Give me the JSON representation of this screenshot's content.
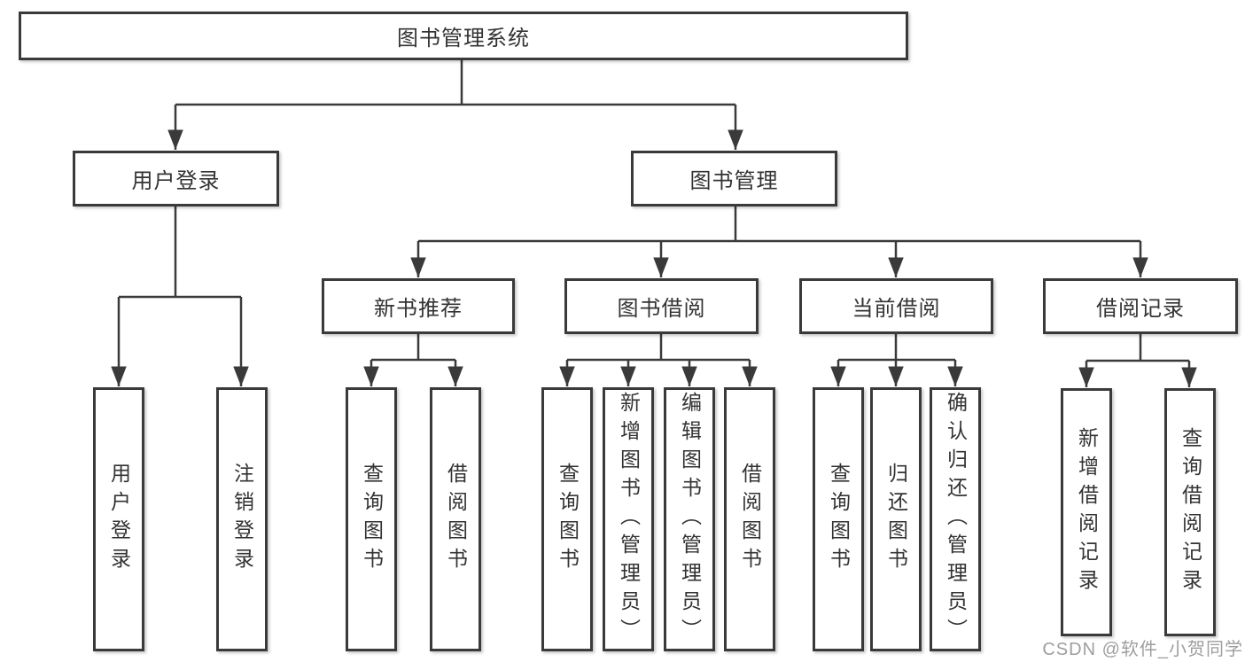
{
  "colors": {
    "line": "#3a3a3a",
    "box_border": "#3a3a3a",
    "text": "#333333",
    "background": "#ffffff",
    "watermark": "#9e9e9e"
  },
  "watermark": "CSDN @软件_小贺同学",
  "nodes": {
    "root": {
      "label": "图书管理系统",
      "children": [
        "user_login",
        "book_mgmt"
      ]
    },
    "user_login": {
      "label": "用户登录",
      "children": [
        "login",
        "logout"
      ]
    },
    "book_mgmt": {
      "label": "图书管理",
      "children": [
        "new_book_rec",
        "book_borrow",
        "current_borrow",
        "borrow_records"
      ]
    },
    "new_book_rec": {
      "label": "新书推荐",
      "children": [
        "nbr_query",
        "nbr_borrow"
      ]
    },
    "book_borrow": {
      "label": "图书借阅",
      "children": [
        "bb_query",
        "bb_add",
        "bb_edit",
        "bb_borrow"
      ]
    },
    "current_borrow": {
      "label": "当前借阅",
      "children": [
        "cb_query",
        "cb_return",
        "cb_confirm"
      ]
    },
    "borrow_records": {
      "label": "借阅记录",
      "children": [
        "br_add",
        "br_query"
      ]
    },
    "login": {
      "label": "用户登录"
    },
    "logout": {
      "label": "注销登录"
    },
    "nbr_query": {
      "label": "查询图书"
    },
    "nbr_borrow": {
      "label": "借阅图书"
    },
    "bb_query": {
      "label": "查询图书"
    },
    "bb_add": {
      "label": "新增图书（管理员）"
    },
    "bb_edit": {
      "label": "编辑图书（管理员）"
    },
    "bb_borrow": {
      "label": "借阅图书"
    },
    "cb_query": {
      "label": "查询图书"
    },
    "cb_return": {
      "label": "归还图书"
    },
    "cb_confirm": {
      "label": "确认归还（管理员）"
    },
    "br_add": {
      "label": "新增借阅记录"
    },
    "br_query": {
      "label": "查询借阅记录"
    }
  }
}
